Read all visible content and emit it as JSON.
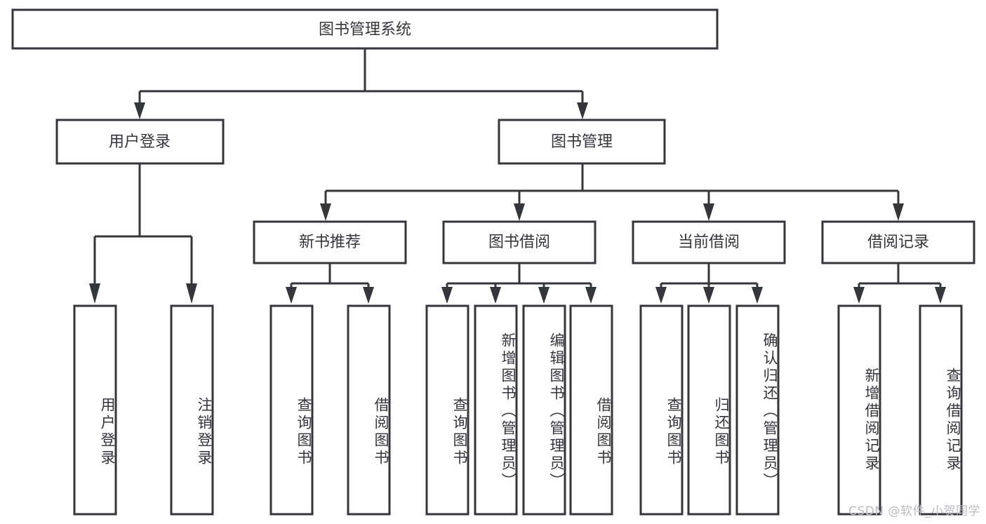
{
  "diagram": {
    "type": "tree-hierarchy-flowchart",
    "title": "图书管理系统",
    "watermark": "CSDN @软件_小贺同学",
    "colors": {
      "stroke": "#33363b",
      "fill": "#ffffff",
      "background": "#ffffff",
      "watermark": "#b9bcc1"
    },
    "levels": {
      "root": {
        "label": "图书管理系统"
      },
      "level2": [
        {
          "label": "用户登录"
        },
        {
          "label": "图书管理"
        }
      ],
      "level3": [
        {
          "label": "新书推荐"
        },
        {
          "label": "图书借阅"
        },
        {
          "label": "当前借阅"
        },
        {
          "label": "借阅记录"
        }
      ],
      "leaves": [
        {
          "label": "用户登录",
          "parent": "用户登录"
        },
        {
          "label": "注销登录",
          "parent": "用户登录"
        },
        {
          "label": "查询图书",
          "parent": "新书推荐"
        },
        {
          "label": "借阅图书",
          "parent": "新书推荐"
        },
        {
          "label": "查询图书",
          "parent": "图书借阅"
        },
        {
          "label": "新增图书（管理员）",
          "parent": "图书借阅"
        },
        {
          "label": "编辑图书（管理员）",
          "parent": "图书借阅"
        },
        {
          "label": "借阅图书",
          "parent": "图书借阅"
        },
        {
          "label": "查询图书",
          "parent": "当前借阅"
        },
        {
          "label": "归还图书",
          "parent": "当前借阅"
        },
        {
          "label": "确认归还（管理员）",
          "parent": "当前借阅"
        },
        {
          "label": "新增借阅记录",
          "parent": "借阅记录"
        },
        {
          "label": "查询借阅记录",
          "parent": "借阅记录"
        }
      ]
    }
  }
}
